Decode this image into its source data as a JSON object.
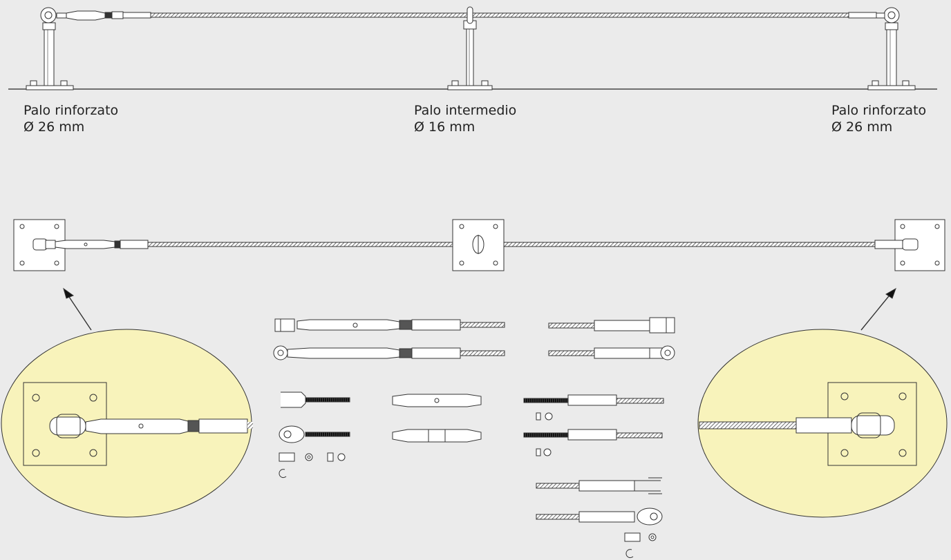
{
  "posts": [
    {
      "name": "Palo rinforzato",
      "diameter": "Ø 26 mm"
    },
    {
      "name": "Palo intermedio",
      "diameter": "Ø 16 mm"
    },
    {
      "name": "Palo rinforzato",
      "diameter": "Ø 26 mm"
    }
  ],
  "colors": {
    "background": "#ebebeb",
    "detail_fill": "#f8f3bb",
    "line": "#333333",
    "text": "#222222"
  }
}
